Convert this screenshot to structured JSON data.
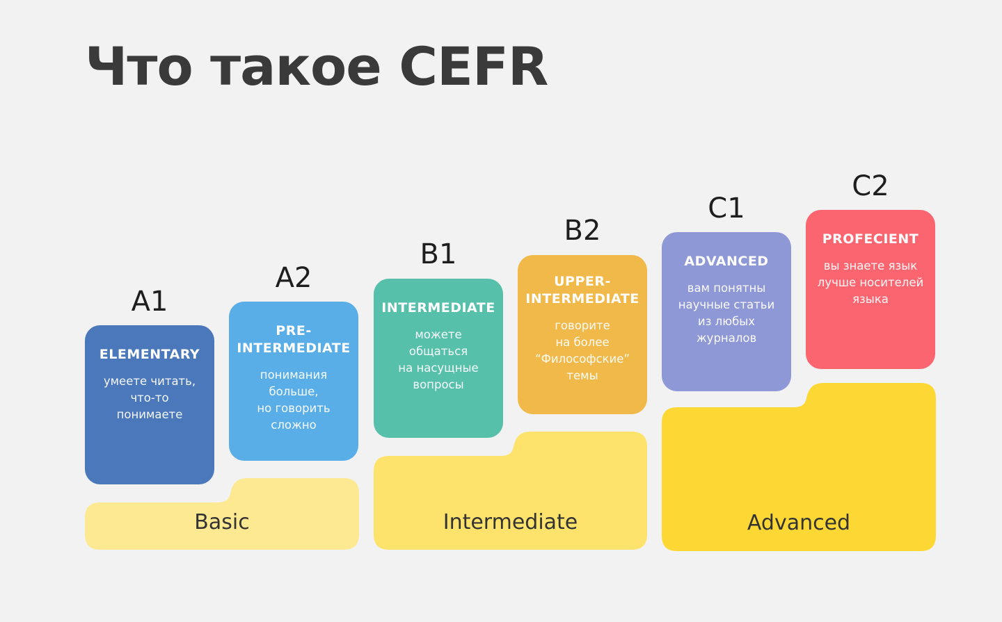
{
  "title": "Что такое CEFR",
  "stages": [
    {
      "label": "Basic",
      "color": "#fde992"
    },
    {
      "label": "Intermediate",
      "color": "#fde36b"
    },
    {
      "label": "Advanced",
      "color": "#fdd835"
    }
  ],
  "levels": [
    {
      "code": "A1",
      "name": "ELEMENTARY",
      "desc": "умеете читать,\nчто-то\nпонимаете",
      "color": "#4a78bb"
    },
    {
      "code": "A2",
      "name": "PRE-\nINTERMEDIATE",
      "desc": "понимания\nбольше,\nно говорить\nсложно",
      "color": "#5aaee8"
    },
    {
      "code": "B1",
      "name": "INTERMEDIATE",
      "desc": "можете\nобщаться\nна насущные\nвопросы",
      "color": "#57c0ab"
    },
    {
      "code": "B2",
      "name": "UPPER-\nINTERMEDIATE",
      "desc": "говорите\nна более\n“Философские”\nтемы",
      "color": "#f0b94a"
    },
    {
      "code": "C1",
      "name": "ADVANCED",
      "desc": "вам понятны\nнаучные статьи\nиз любых\nжурналов",
      "color": "#8f98d6"
    },
    {
      "code": "C2",
      "name": "PROFECIENT",
      "desc": "вы знаете язык\nлучше носителей\nязыка",
      "color": "#fb6570"
    }
  ]
}
